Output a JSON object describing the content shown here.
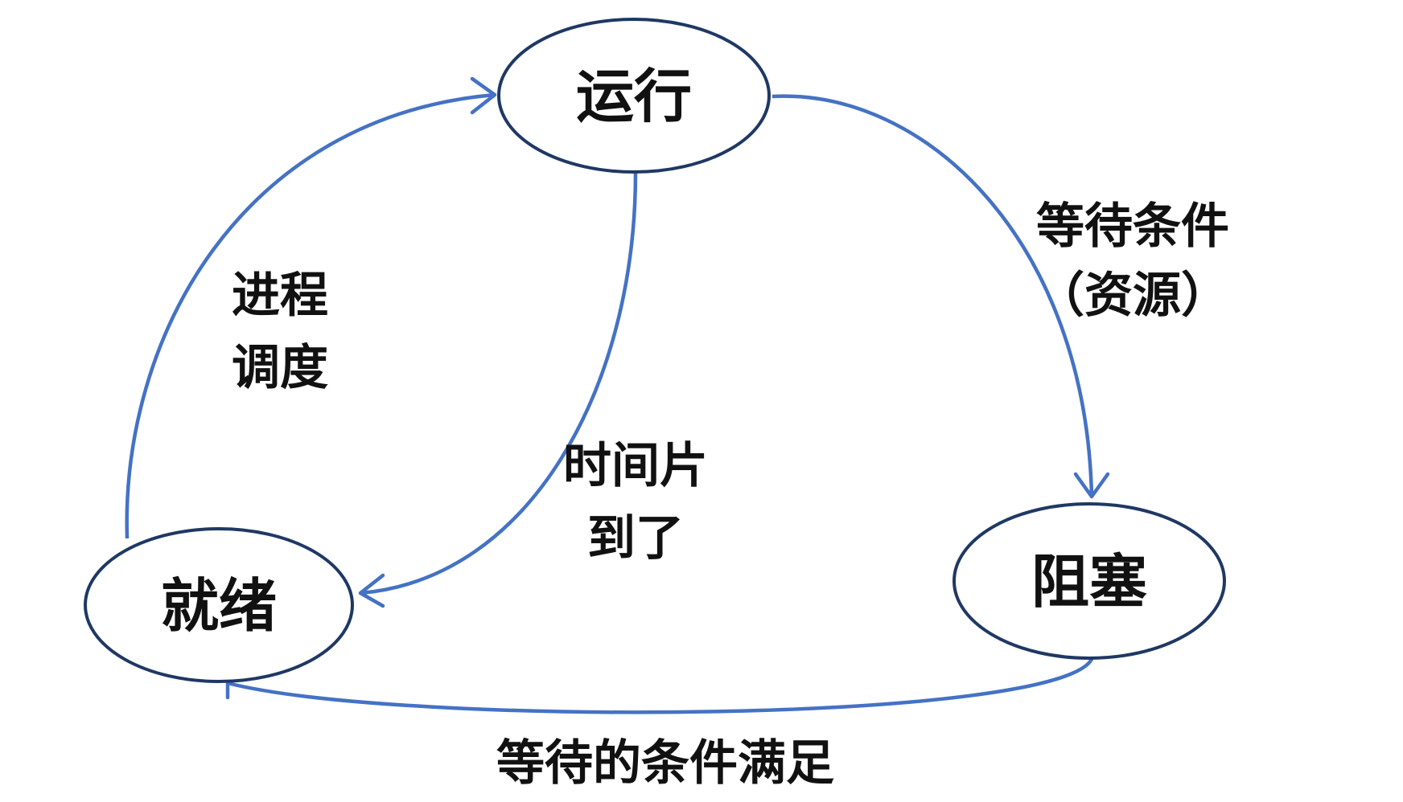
{
  "colors": {
    "edge": "#4472c4",
    "node_outline": "#1f3864",
    "text": "#111111",
    "background": "#ffffff"
  },
  "nodes": {
    "running": {
      "label": "运行"
    },
    "ready": {
      "label": "就绪"
    },
    "blocked": {
      "label": "阻塞"
    }
  },
  "edges": {
    "ready_to_running": {
      "label_lines": [
        "进程",
        "调度"
      ]
    },
    "running_to_ready": {
      "label_lines": [
        "时间片",
        "到了"
      ]
    },
    "running_to_blocked": {
      "label_lines": [
        "等待条件",
        "（资源）"
      ]
    },
    "blocked_to_ready": {
      "label_lines": [
        "等待的条件满足"
      ]
    }
  }
}
